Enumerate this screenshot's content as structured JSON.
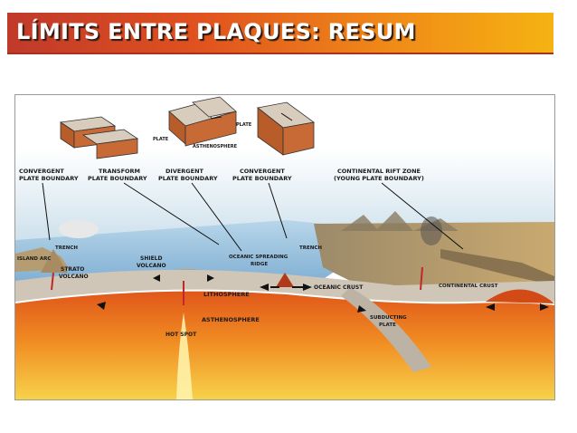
{
  "title": "LÍMITS ENTRE PLAQUES: RESUM",
  "inset_labels": {
    "plate_top": "PLATE",
    "plate_left": "PLATE",
    "asthenosphere": "ASTHENOSPHERE"
  },
  "boundary_labels": {
    "convergent_left_1": "CONVERGENT",
    "convergent_left_2": "PLATE BOUNDARY",
    "transform_1": "TRANSFORM",
    "transform_2": "PLATE BOUNDARY",
    "divergent_1": "DIVERGENT",
    "divergent_2": "PLATE BOUNDARY",
    "convergent_mid_1": "CONVERGENT",
    "convergent_mid_2": "PLATE BOUNDARY",
    "rift_1": "CONTINENTAL RIFT ZONE",
    "rift_2": "(YOUNG PLATE BOUNDARY)"
  },
  "feature_labels": {
    "trench_left": "TRENCH",
    "island_arc": "ISLAND ARC",
    "strato_1": "STRATO",
    "strato_2": "VOLCANO",
    "shield_1": "SHIELD",
    "shield_2": "VOLCANO",
    "ridge_1": "OCEANIC SPREADING",
    "ridge_2": "RIDGE",
    "trench_right": "TRENCH",
    "oceanic_crust": "OCEANIC CRUST",
    "continental_crust": "CONTINENTAL CRUST",
    "lithosphere": "LITHOSPHERE",
    "asthenosphere": "ASTHENOSPHERE",
    "hot_spot": "HOT SPOT",
    "subducting_1": "SUBDUCTING",
    "subducting_2": "PLATE"
  },
  "colors": {
    "sky": "#cfe3ef",
    "ocean": "#9cc3e0",
    "lithosphere": "#cfc6b8",
    "asthenosphere_outer": "#e0571a",
    "asthenosphere_mid": "#f08a22",
    "asthenosphere_core": "#f7d24a"
  }
}
